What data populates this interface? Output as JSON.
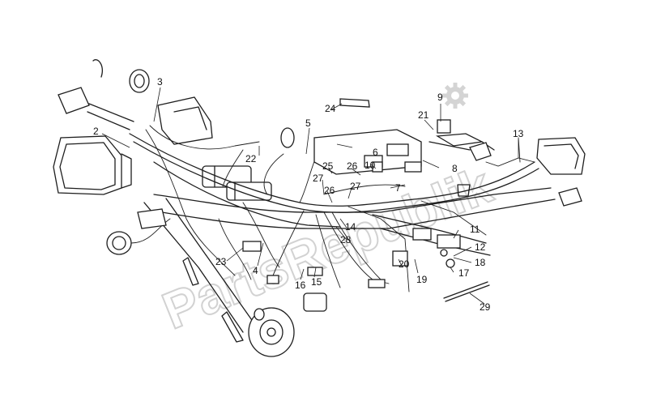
{
  "watermark": "PartsRepublik",
  "callouts": [
    "2",
    "3",
    "4",
    "5",
    "6",
    "7",
    "8",
    "9",
    "10",
    "11",
    "12",
    "13",
    "14",
    "15",
    "16",
    "17",
    "18",
    "19",
    "20",
    "21",
    "22",
    "23",
    "24",
    "25",
    "26",
    "26",
    "27",
    "27",
    "28",
    "29"
  ],
  "colors": {
    "ink": "#1e1e1e",
    "watermark": "#d2d2d2",
    "background": "#ffffff"
  },
  "logo_icon": "gear-icon"
}
